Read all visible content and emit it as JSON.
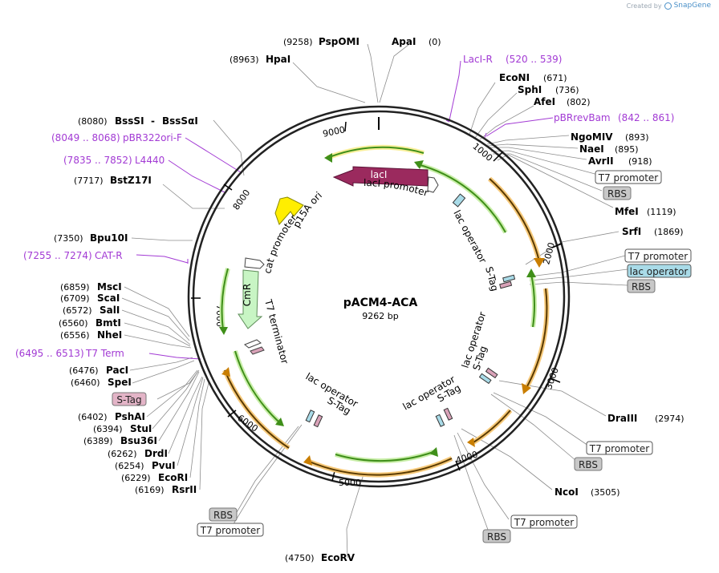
{
  "credit": {
    "prefix": "Created by",
    "brand": "SnapGene",
    "icon": "snapgene-logo-icon"
  },
  "plasmid": {
    "name": "pACM4-ACA",
    "length": "9262 bp"
  },
  "ticks": [
    "1000",
    "2000",
    "3000",
    "4000",
    "5000",
    "6000",
    "7000",
    "8000",
    "9000"
  ],
  "enzymes": {
    "pspomi": {
      "name": "PspOMI",
      "pos": "(9258)"
    },
    "apai": {
      "name": "ApaI",
      "pos": "(0)"
    },
    "hpai": {
      "name": "HpaI",
      "pos": "(8963)"
    },
    "econi": {
      "name": "EcoNI",
      "pos": "(671)"
    },
    "sphi": {
      "name": "SphI",
      "pos": "(736)"
    },
    "afei": {
      "name": "AfeI",
      "pos": "(802)"
    },
    "ngomiv": {
      "name": "NgoMIV",
      "pos": "(893)"
    },
    "naei": {
      "name": "NaeI",
      "pos": "(895)"
    },
    "avrii": {
      "name": "AvrII",
      "pos": "(918)"
    },
    "mfei": {
      "name": "MfeI",
      "pos": "(1119)"
    },
    "srfi": {
      "name": "SrfI",
      "pos": "(1869)"
    },
    "draiii": {
      "name": "DraIII",
      "pos": "(2974)"
    },
    "ncoi": {
      "name": "NcoI",
      "pos": "(3505)"
    },
    "ecorv": {
      "name": "EcoRV",
      "pos": "(4750)"
    },
    "bsssi": {
      "name": "BssSI",
      "sep": "-",
      "name2": "BssSαI",
      "pos": "(8080)"
    },
    "bstz17i": {
      "name": "BstZ17I",
      "pos": "(7717)"
    },
    "bpu10i": {
      "name": "Bpu10I",
      "pos": "(7350)"
    },
    "msci": {
      "name": "MscI",
      "pos": "(6859)"
    },
    "scai": {
      "name": "ScaI",
      "pos": "(6709)"
    },
    "sali": {
      "name": "SalI",
      "pos": "(6572)"
    },
    "bmti": {
      "name": "BmtI",
      "pos": "(6560)"
    },
    "nhei": {
      "name": "NheI",
      "pos": "(6556)"
    },
    "paci": {
      "name": "PacI",
      "pos": "(6476)"
    },
    "spei": {
      "name": "SpeI",
      "pos": "(6460)"
    },
    "pshai": {
      "name": "PshAI",
      "pos": "(6402)"
    },
    "stui": {
      "name": "StuI",
      "pos": "(6394)"
    },
    "bsu36i": {
      "name": "Bsu36I",
      "pos": "(6389)"
    },
    "drdi": {
      "name": "DrdI",
      "pos": "(6262)"
    },
    "pvui": {
      "name": "PvuI",
      "pos": "(6254)"
    },
    "ecori": {
      "name": "EcoRI",
      "pos": "(6229)"
    },
    "rsrii": {
      "name": "RsrII",
      "pos": "(6169)"
    }
  },
  "primers": {
    "lacir": {
      "name": "LacI-R",
      "range": "(520 .. 539)"
    },
    "pbrrevbam": {
      "name": "pBRrevBam",
      "range": "(842 .. 861)"
    },
    "pbr322ori": {
      "range": "(8049 .. 8068)",
      "name": "pBR322ori-F"
    },
    "l4440": {
      "range": "(7835 .. 7852)",
      "name": "L4440"
    },
    "catr": {
      "range": "(7255 .. 7274)",
      "name": "CAT-R"
    },
    "t7term": {
      "range": "(6495 .. 6513)",
      "name": "T7 Term"
    }
  },
  "boxes": {
    "t7p_a": "T7 promoter",
    "rbs_a": "RBS",
    "t7p_b": "T7 promoter",
    "lacop_b": "lac operator",
    "rbs_b": "RBS",
    "t7p_c": "T7 promoter",
    "rbs_c": "RBS",
    "t7p_d": "T7 promoter",
    "rbs_d": "RBS",
    "stag_left": "S-Tag",
    "rbs_e": "RBS",
    "t7p_e": "T7 promoter"
  },
  "features": {
    "laci": "lacI",
    "laci_promoter": "lacI promoter",
    "p15a": "p15A ori",
    "cat_promoter": "cat promoter",
    "cmr": "CmR",
    "t7_terminator": "T7 terminator",
    "lacop1": "lac operator",
    "stag1": "S-Tag",
    "lacop2": "lac operator",
    "stag2": "S-Tag",
    "lacop3": "lac operator",
    "stag3": "S-Tag",
    "lacop4": "lac operator",
    "stag4": "S-Tag"
  },
  "colors": {
    "laci": "#9b2a5e",
    "ori": "#ffee00",
    "cmr": "#c8f5c4",
    "orf_orange": "#f6a623",
    "orf_green": "#77c442",
    "primer": "#a23ad4",
    "stag_box": "#e3b4c7",
    "lacop_box": "#a9dbe8",
    "rbs_box": "#c8c8c8"
  }
}
